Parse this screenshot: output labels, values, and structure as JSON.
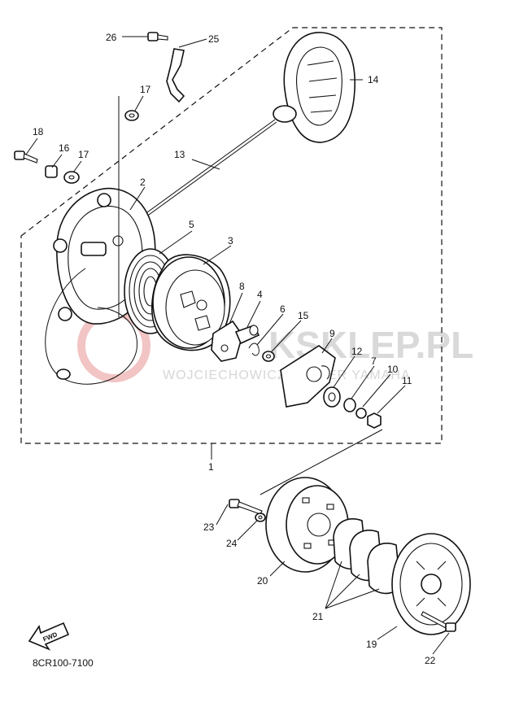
{
  "catalog_code": "8CR100-7100",
  "fwd_label": "FWD",
  "watermark": {
    "brand": "KSKLEP.PL",
    "tagline": "WOJCIECHOWICZ DEALER YAMAHA"
  },
  "callouts": {
    "c1": "1",
    "c2": "2",
    "c3": "3",
    "c4": "4",
    "c5": "5",
    "c6": "6",
    "c7": "7",
    "c8": "8",
    "c9": "9",
    "c10": "10",
    "c11": "11",
    "c12": "12",
    "c13": "13",
    "c14": "14",
    "c15": "15",
    "c16": "16",
    "c17a": "17",
    "c17b": "17",
    "c18": "18",
    "c19": "19",
    "c20": "20",
    "c21": "21",
    "c22": "22",
    "c23": "23",
    "c24": "24",
    "c25": "25",
    "c26": "26"
  }
}
